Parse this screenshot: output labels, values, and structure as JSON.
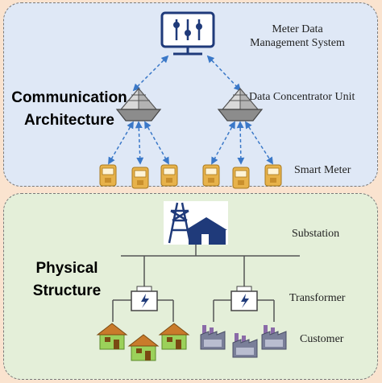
{
  "communication": {
    "title_line1": "Communication",
    "title_line2": "Architecture",
    "mdms_label_line1": "Meter Data",
    "mdms_label_line2": "Management System",
    "dcu_label": "Data Concentrator Unit",
    "meter_label": "Smart Meter"
  },
  "physical": {
    "title_line1": "Physical",
    "title_line2": "Structure",
    "substation_label": "Substation",
    "transformer_label": "Transformer",
    "customer_label": "Customer"
  },
  "colors": {
    "comm_bg": "#dfe8f6",
    "phys_bg": "#e4efd9",
    "outer_bg": "#fae3cf",
    "link_blue": "#3a78c8",
    "icon_navy": "#1f3a7a",
    "meter_gold": "#e7b24a"
  },
  "icons": {
    "mdms": "monitor-sliders-icon",
    "dcu": "concentrator-pyramid-icon",
    "meter": "smart-meter-icon",
    "substation": "power-tower-icon",
    "transformer": "transformer-box-icon",
    "home": "house-icon",
    "factory": "factory-icon"
  }
}
